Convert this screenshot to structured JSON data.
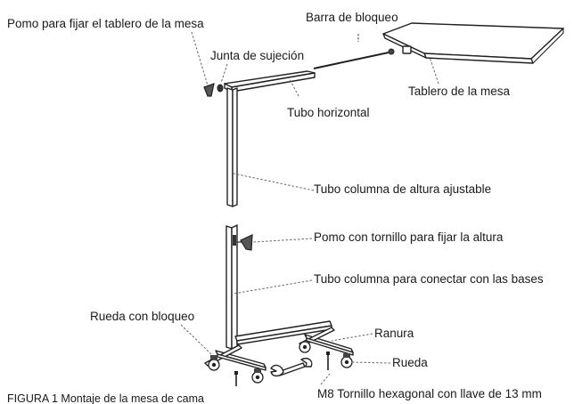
{
  "labels": {
    "pomo_tablero": "Pomo para fijar el tablero de la mesa",
    "barra_bloqueo": "Barra de bloqueo",
    "junta_sujecion": "Junta de sujeción",
    "tablero_mesa": "Tablero de la mesa",
    "tubo_horizontal": "Tubo horizontal",
    "tubo_columna_ajustable": "Tubo columna de altura ajustable",
    "pomo_altura": "Pomo con tornillo para fijar la altura",
    "tubo_columna_bases": "Tubo columna para conectar con las bases",
    "rueda_bloqueo": "Rueda con bloqueo",
    "ranura": "Ranura",
    "rueda": "Rueda",
    "tornillo": "M8 Tornillo hexagonal con llave de 13 mm"
  },
  "caption": "FIGURA 1 Montaje de la mesa de cama"
}
